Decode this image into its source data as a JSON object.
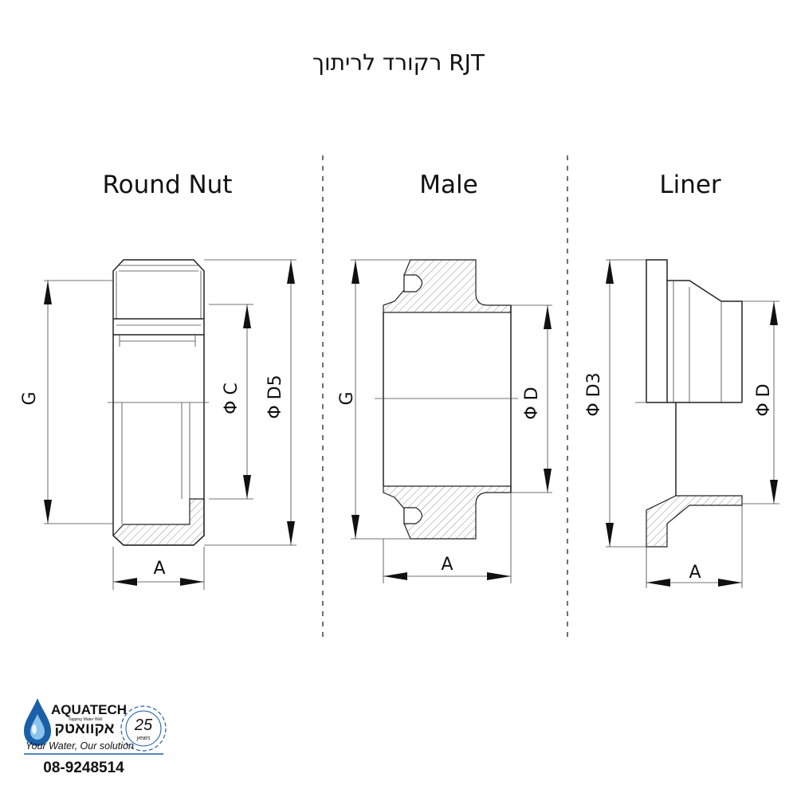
{
  "title": "רקורד לריתוך RJT",
  "parts": {
    "round_nut": {
      "label": "Round Nut",
      "dims": {
        "g": "G",
        "c": "Φ C",
        "d5": "Φ D5",
        "a": "A"
      }
    },
    "male": {
      "label": "Male",
      "dims": {
        "g": "G",
        "d": "Φ D",
        "a": "A"
      }
    },
    "liner": {
      "label": "Liner",
      "dims": {
        "d3": "Φ D3",
        "d": "Φ D",
        "a": "A"
      }
    }
  },
  "logo": {
    "brand_en": "AQUATECH",
    "brand_sub": "Tapping Water Well",
    "brand_he": "אקוואטק",
    "tagline": "Your Water, Our solution",
    "years": "25",
    "years_label": "years",
    "phone": "08-9248514"
  },
  "colors": {
    "brand_blue": "#1a5fa8",
    "brand_green": "#5aa832",
    "line": "#222222"
  }
}
